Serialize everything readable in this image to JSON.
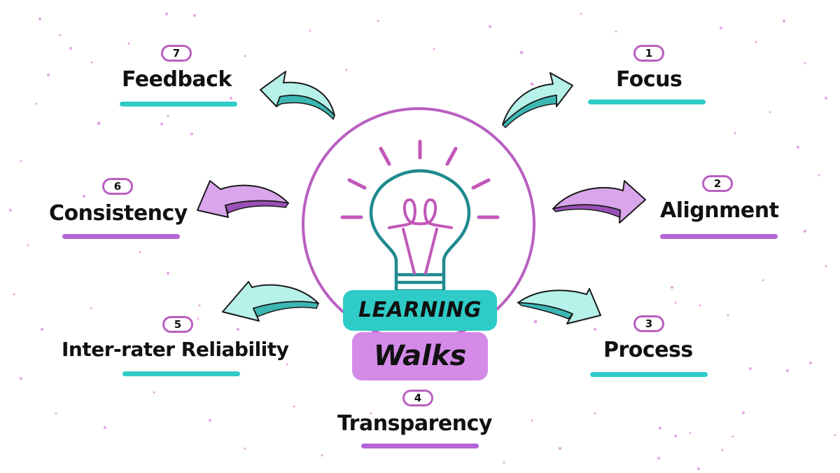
{
  "title": {
    "line1": "LEARNING",
    "line2": "Walks"
  },
  "colors": {
    "teal": "#2fcbc7",
    "teal_dark": "#1f8a8f",
    "purple": "#b95fc0",
    "lavender": "#d48be8",
    "arrow_teal": "#b6f1ea",
    "arrow_purple": "#d9a6ec",
    "text": "#111111",
    "dots": "#e4a6e6"
  },
  "items": [
    {
      "number": "1",
      "label": "Focus",
      "underline": "teal",
      "arrow": "teal"
    },
    {
      "number": "2",
      "label": "Alignment",
      "underline": "purple",
      "arrow": "purple"
    },
    {
      "number": "3",
      "label": "Process",
      "underline": "teal",
      "arrow": "teal"
    },
    {
      "number": "4",
      "label": "Transparency",
      "underline": "purple",
      "arrow": "none"
    },
    {
      "number": "5",
      "label": "Inter-rater Reliability",
      "underline": "teal",
      "arrow": "teal"
    },
    {
      "number": "6",
      "label": "Consistency",
      "underline": "purple",
      "arrow": "purple"
    },
    {
      "number": "7",
      "label": "Feedback",
      "underline": "teal",
      "arrow": "teal"
    }
  ],
  "icons": {
    "center": "lightbulb-icon"
  }
}
